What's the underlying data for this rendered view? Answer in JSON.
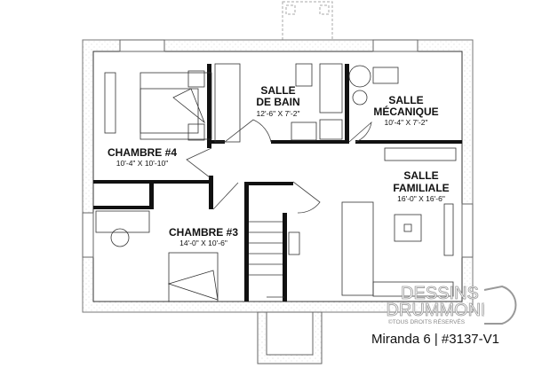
{
  "rooms": [
    {
      "name": "SALLE",
      "name2": "DE BAIN",
      "dims": "12'-6\" X 7'-2\""
    },
    {
      "name": "SALLE",
      "name2": "MÉCANIQUE",
      "dims": "10'-4\" X 7'-2\""
    },
    {
      "name": "CHAMBRE #4",
      "dims": "10'-4\" X 10'-10\""
    },
    {
      "name": "SALLE",
      "name2": "FAMILIALE",
      "dims": "16'-0\" X 16'-6\""
    },
    {
      "name": "CHAMBRE #3",
      "dims": "14'-0\" X 10'-6\""
    }
  ],
  "logo": {
    "line1": "DESSINS",
    "line2": "DRUMMOND",
    "rights": "©TOUS DROITS RÉSERVÉS"
  },
  "caption": "Miranda 6 | #3137-V1"
}
